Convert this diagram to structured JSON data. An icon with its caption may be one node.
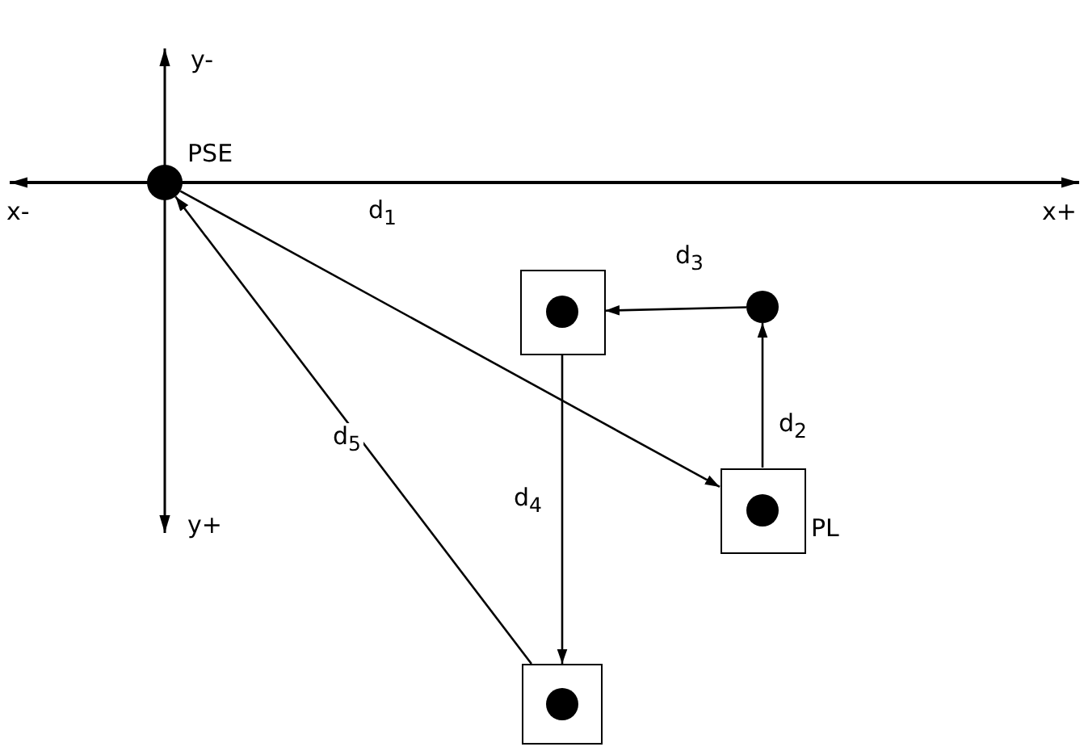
{
  "diagram": {
    "nodes": [
      {
        "text": [],
        "shape": "circle",
        "beside": [
          "PSE"
        ]
      },
      {
        "text": [],
        "shape": "box",
        "beside": [
          "PL"
        ]
      },
      {
        "text": [],
        "shape": "circle"
      },
      {
        "text": [],
        "shape": "box"
      },
      {
        "text": [],
        "shape": "box"
      }
    ],
    "edges": [
      {
        "from": 0,
        "to": 1,
        "arrow": "to",
        "label": "d$_{1}$"
      },
      {
        "from": 1,
        "to": 2,
        "arrow": "to",
        "label": "d$_{2}$"
      },
      {
        "from": 2,
        "to": 3,
        "arrow": "to",
        "label": "d$_{3}$"
      },
      {
        "from": 3,
        "to": 4,
        "arrow": "to",
        "label": "d$_{4}$"
      },
      {
        "from": 4,
        "to": 0,
        "arrow": "to",
        "label": "d$_{5}$"
      }
    ],
    "labels": [
      "y-",
      "x-",
      "x+",
      "y+"
    ]
  }
}
